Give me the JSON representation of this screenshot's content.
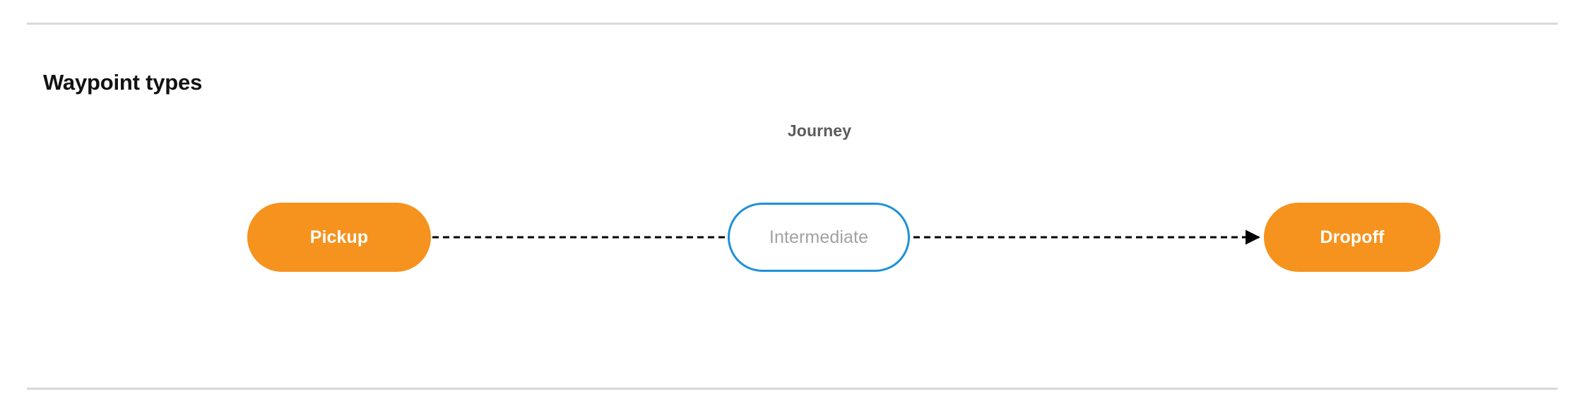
{
  "section": {
    "title": "Waypoint types"
  },
  "dividers": {
    "color": "#d9d9d9",
    "top_label": "top-divider",
    "bottom_label": "bottom-divider"
  },
  "diagram": {
    "group_label": "Journey",
    "nodes": [
      {
        "id": "pickup",
        "label": "Pickup",
        "style": "filled",
        "fill": "#f5931e",
        "text_color": "#ffffff",
        "border_color": "none"
      },
      {
        "id": "intermediate",
        "label": "Intermediate",
        "style": "outlined",
        "fill": "#ffffff",
        "text_color": "#a2a2a2",
        "border_color": "#1e91d8"
      },
      {
        "id": "dropoff",
        "label": "Dropoff",
        "style": "filled",
        "fill": "#f5931e",
        "text_color": "#ffffff",
        "border_color": "none"
      }
    ],
    "connectors": [
      {
        "id": "pickup-to-intermediate",
        "from": "pickup",
        "to": "intermediate",
        "line_style": "dashed",
        "color": "#000000",
        "arrowhead": false
      },
      {
        "id": "intermediate-to-dropoff",
        "from": "intermediate",
        "to": "dropoff",
        "line_style": "dashed",
        "color": "#000000",
        "arrowhead": true
      }
    ]
  }
}
